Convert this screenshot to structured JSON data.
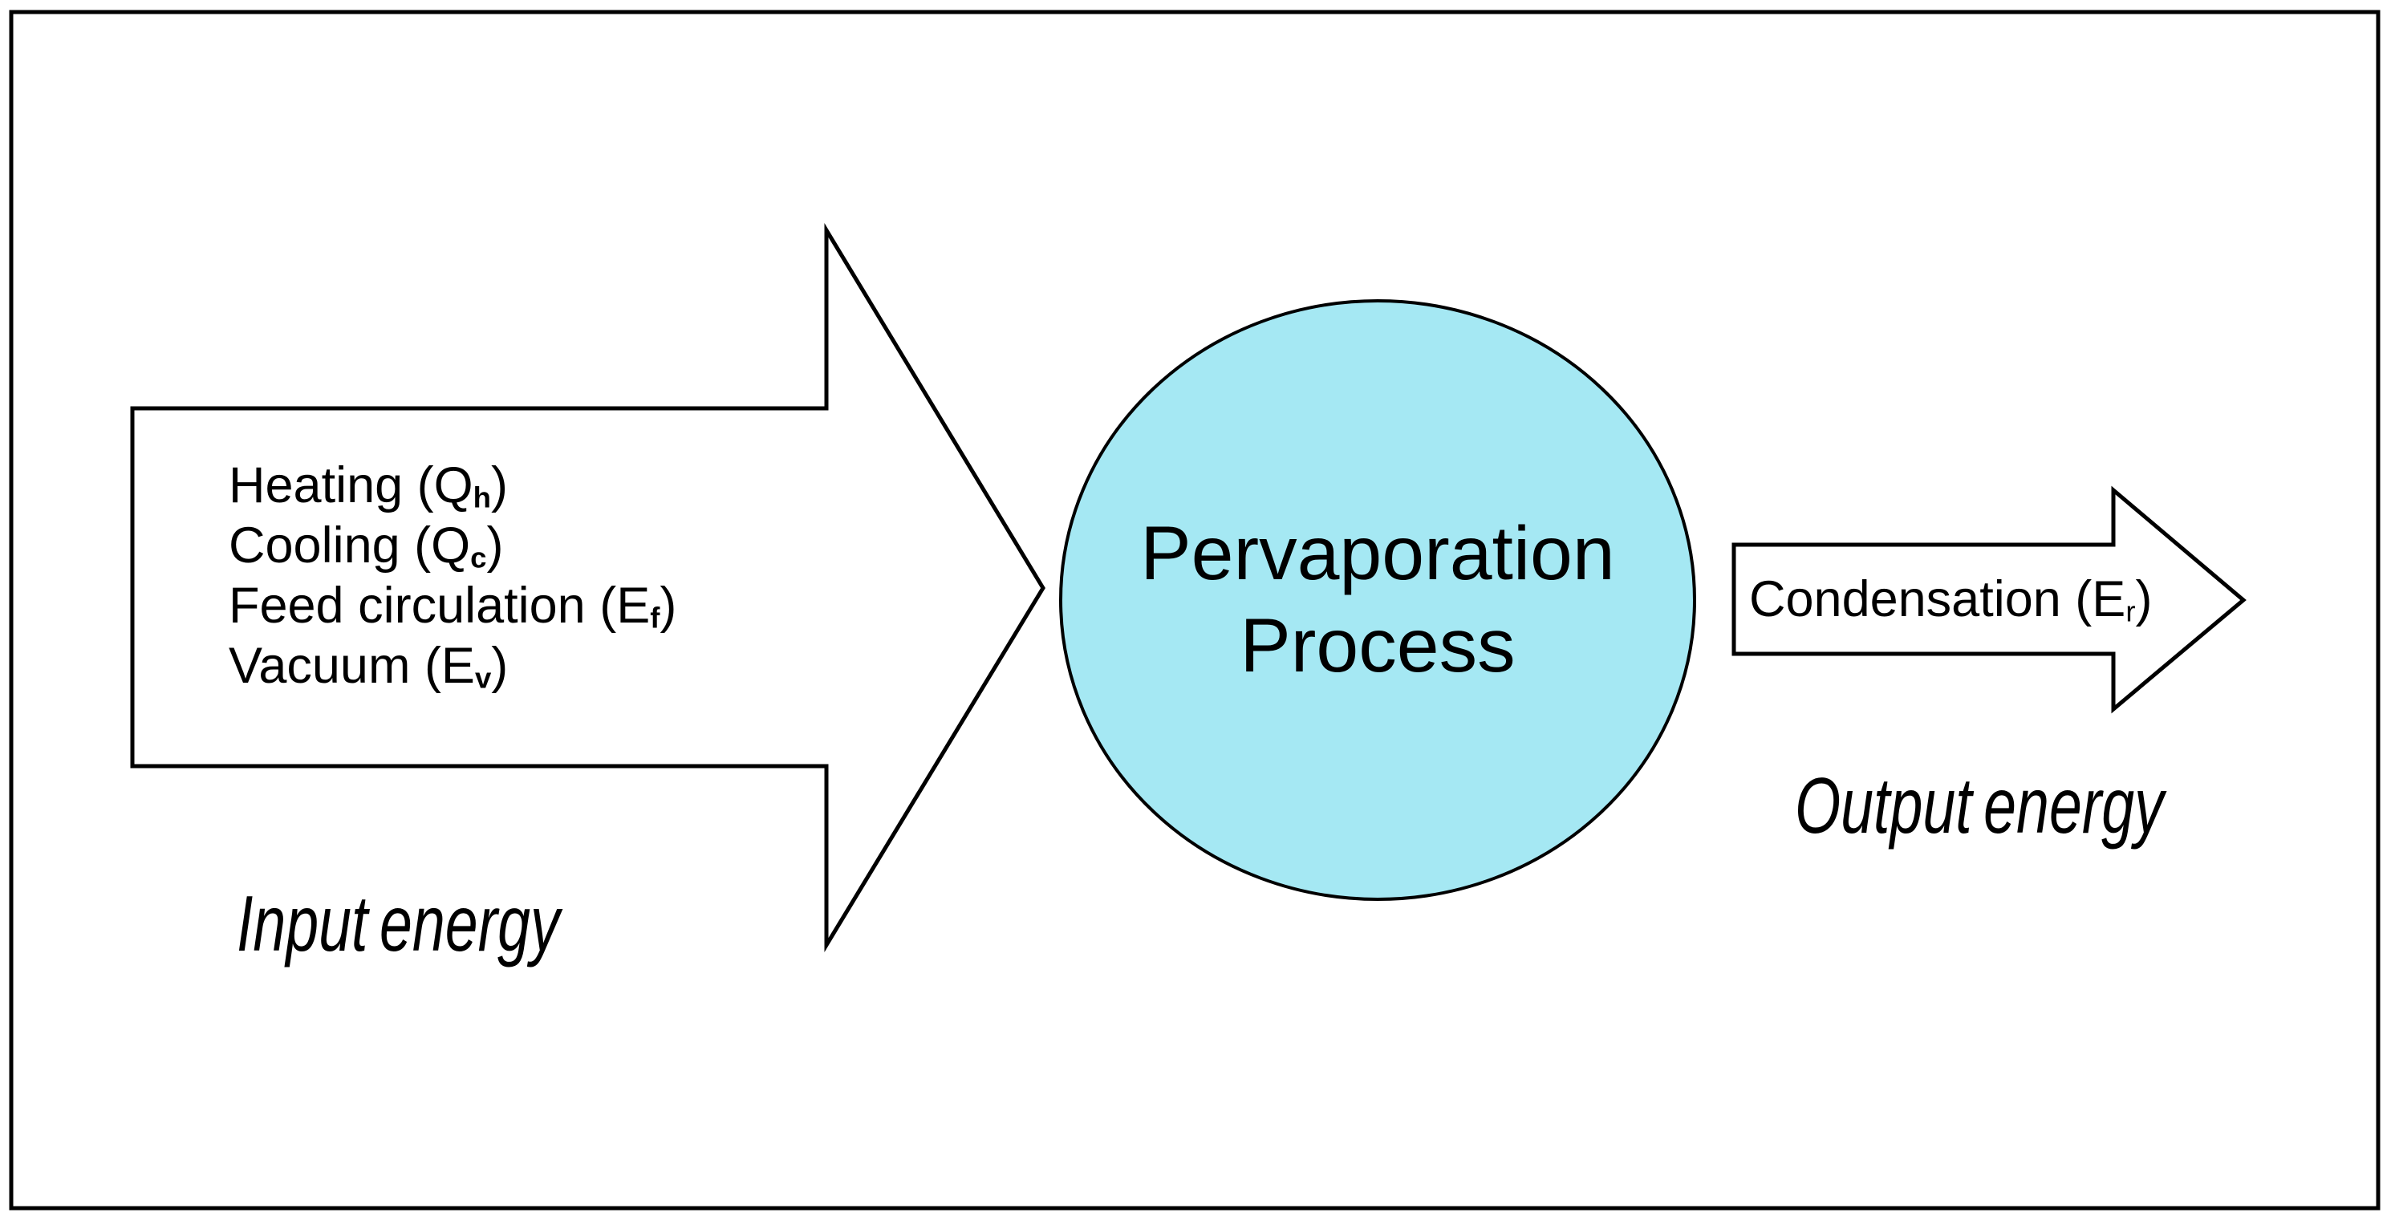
{
  "colors": {
    "background": "#FFFFFF",
    "border_stroke": "#000000",
    "shape_stroke": "#000000",
    "shape_fill": "#FFFFFF",
    "circle_fill": "#A5E8F3",
    "text": "#000000"
  },
  "input_arrow": {
    "items": [
      {
        "pre": "Heating (Q",
        "sub": "h",
        "post": ")"
      },
      {
        "pre": "Cooling (Q",
        "sub": "c",
        "post": ")"
      },
      {
        "pre": "Feed circulation (E",
        "sub": "f",
        "post": ")"
      },
      {
        "pre": "Vacuum (E",
        "sub": "v",
        "post": ")"
      }
    ],
    "label": "Input energy"
  },
  "process_circle": {
    "line1": "Pervaporation",
    "line2": "Process"
  },
  "output_arrow": {
    "text": {
      "pre": "Condensation (E",
      "sub": "r",
      "post": ")"
    },
    "label": "Output energy"
  }
}
